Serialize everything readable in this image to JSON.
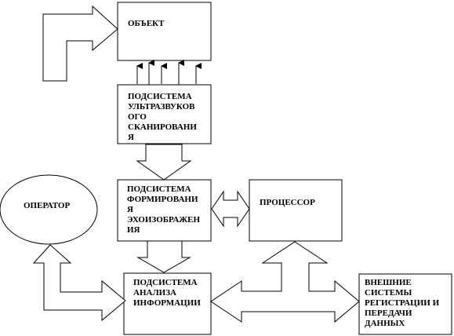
{
  "diagram": {
    "nodes": {
      "object": {
        "lines": [
          "ОБЪЕКТ"
        ]
      },
      "ultrasound_scanning": {
        "lines": [
          "ПОДСИСТЕМА",
          "УЛЬТРАЗВУКОВ",
          "ОГО",
          "СКАНИРОВАНИ",
          "Я"
        ]
      },
      "echo_imaging": {
        "lines": [
          "ПОДСИСТЕМА",
          "ФОРМИРОВАНИ",
          "Я",
          "ЭХОИЗОБРАЖЕН",
          "ИЯ"
        ]
      },
      "processor": {
        "lines": [
          "ПРОЦЕССОР"
        ]
      },
      "operator": {
        "lines": [
          "ОПЕРАТОР"
        ]
      },
      "information_analysis": {
        "lines": [
          "ПОДСИСТЕМА",
          "АНАЛИЗА",
          "ИНФОРМАЦИИ"
        ]
      },
      "external_systems": {
        "lines": [
          "ВНЕШНИЕ",
          "СИСТЕМЫ",
          "РЕГИСТРАЦИИ И",
          "ПЕРЕДАЧИ",
          "ДАННЫХ"
        ]
      }
    },
    "colors": {
      "stroke": "#000000",
      "fill": "#ffffff",
      "text": "#000000"
    }
  }
}
